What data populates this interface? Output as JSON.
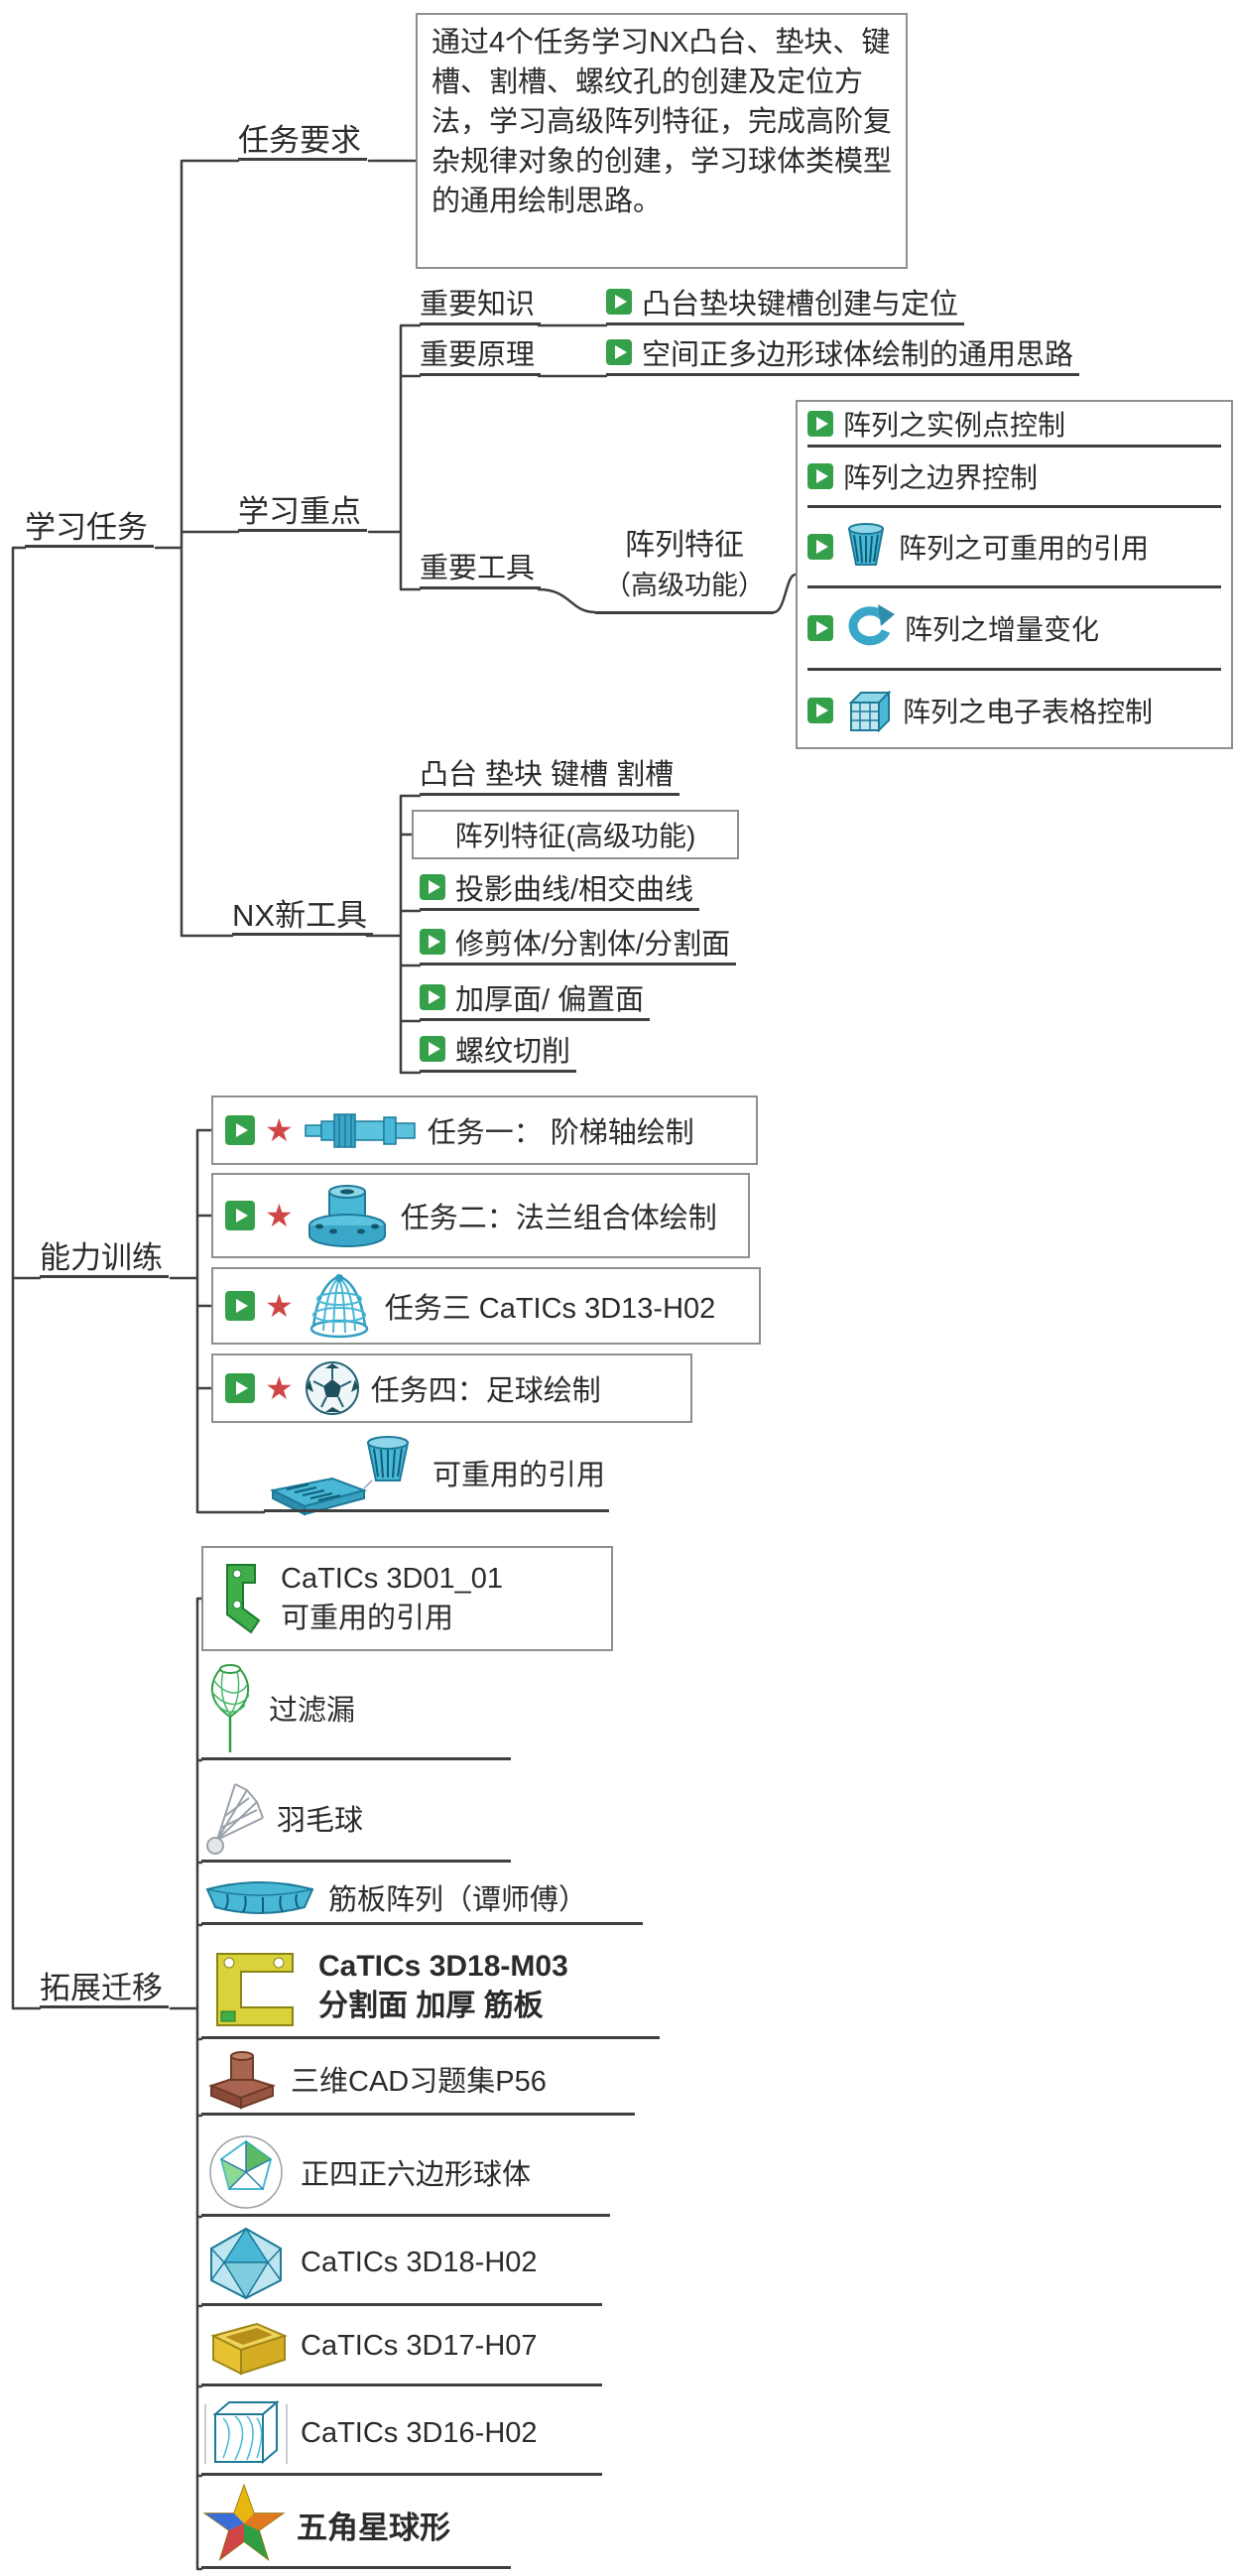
{
  "colors": {
    "accent_green": "#35a04a",
    "star_red": "#d04545",
    "teal": "#49b8d6",
    "line": "#3f3f3f"
  },
  "branches": {
    "learning_task": "学习任务",
    "ability_training": "能力训练",
    "extension": "拓展迁移"
  },
  "learning_task": {
    "task_requirements": {
      "label": "任务要求",
      "content": "通过4个任务学习NX凸台、垫块、键槽、割槽、螺纹孔的创建及定位方法，学习高级阵列特征，完成高阶复杂规律对象的创建，学习球体类模型的通用绘制思路。"
    },
    "learning_focus": {
      "label": "学习重点",
      "knowledge_label": "重要知识",
      "knowledge_item": "凸台垫块键槽创建与定位",
      "principle_label": "重要原理",
      "principle_item": "空间正多边形球体绘制的通用思路",
      "tools_label": "重要工具",
      "pattern_feature_line1": "阵列特征",
      "pattern_feature_line2": "（高级功能）",
      "pattern_items": [
        {
          "label": "阵列之实例点控制"
        },
        {
          "label": "阵列之边界控制"
        },
        {
          "label": "阵列之可重用的引用",
          "icon": "strainer-icon"
        },
        {
          "label": "阵列之增量变化",
          "icon": "circular-arrow-icon"
        },
        {
          "label": "阵列之电子表格控制",
          "icon": "cube-grid-icon"
        }
      ]
    },
    "nx_tools": {
      "label": "NX新工具",
      "items": [
        {
          "label": "凸台 垫块 键槽 割槽"
        },
        {
          "label": "阵列特征(高级功能)"
        },
        {
          "label": "投影曲线/相交曲线"
        },
        {
          "label": "修剪体/分割体/分割面"
        },
        {
          "label": "加厚面/ 偏置面"
        },
        {
          "label": "螺纹切削"
        }
      ]
    }
  },
  "ability_training": {
    "tasks": [
      {
        "label": "任务一： 阶梯轴绘制",
        "icon": "stepped-shaft-icon"
      },
      {
        "label": "任务二：法兰组合体绘制",
        "icon": "flange-icon"
      },
      {
        "label": "任务三 CaTICs 3D13-H02",
        "icon": "wire-cage-icon"
      },
      {
        "label": "任务四：足球绘制",
        "icon": "soccer-ball-icon"
      }
    ],
    "reusable_label": "可重用的引用"
  },
  "extension": {
    "items": [
      {
        "line1": "CaTICs 3D01_01",
        "line2": "可重用的引用",
        "icon": "green-bracket-icon"
      },
      {
        "line1": "过滤漏",
        "icon": "funnel-icon"
      },
      {
        "line1": "羽毛球",
        "icon": "shuttlecock-icon"
      },
      {
        "line1": "筋板阵列（谭师傅）",
        "icon": "rib-array-icon"
      },
      {
        "line1": "CaTICs 3D18-M03",
        "line2": "分割面 加厚 筋板",
        "icon": "yellow-bracket-icon"
      },
      {
        "line1": "三维CAD习题集P56",
        "icon": "brown-part-icon"
      },
      {
        "line1": "正四正六边形球体",
        "icon": "poly-sphere-icon"
      },
      {
        "line1": "CaTICs 3D18-H02",
        "icon": "icosahedron-icon"
      },
      {
        "line1": "CaTICs 3D17-H07",
        "icon": "yellow-box-icon"
      },
      {
        "line1": "CaTICs 3D16-H02",
        "icon": "cube-cage-icon"
      },
      {
        "line1": "五角星球形",
        "icon": "star-ball-icon"
      }
    ]
  }
}
